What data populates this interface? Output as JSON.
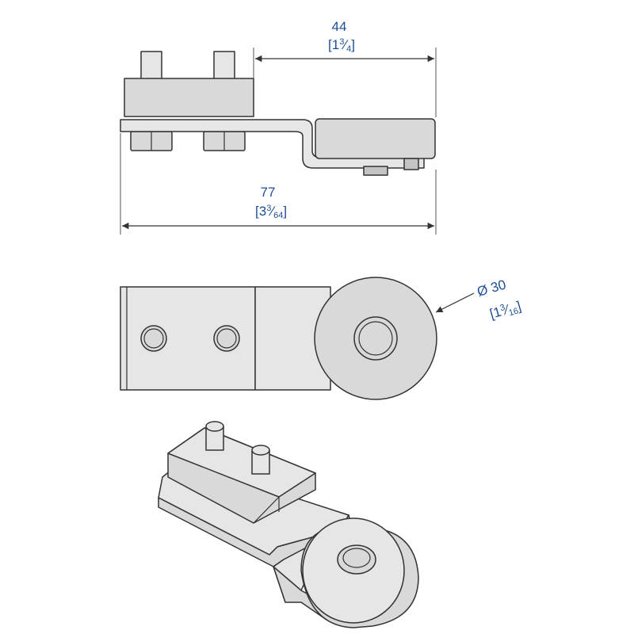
{
  "dimensions": {
    "offset_length": {
      "mm": "44",
      "inch_open": "[1",
      "inch_num": "3",
      "inch_den": "4",
      "inch_close": "]"
    },
    "overall_length": {
      "mm": "77",
      "inch_open": "[3",
      "inch_num": "3",
      "inch_den": "64",
      "inch_close": "]"
    },
    "roller_diameter": {
      "mm": "Ø 30",
      "inch_open": "[1",
      "inch_num": "3",
      "inch_den": "16",
      "inch_close": "]"
    }
  },
  "colors": {
    "dimension_text": "#1f4e99",
    "part_fill": "#d9d9d9",
    "outline": "#333333"
  }
}
